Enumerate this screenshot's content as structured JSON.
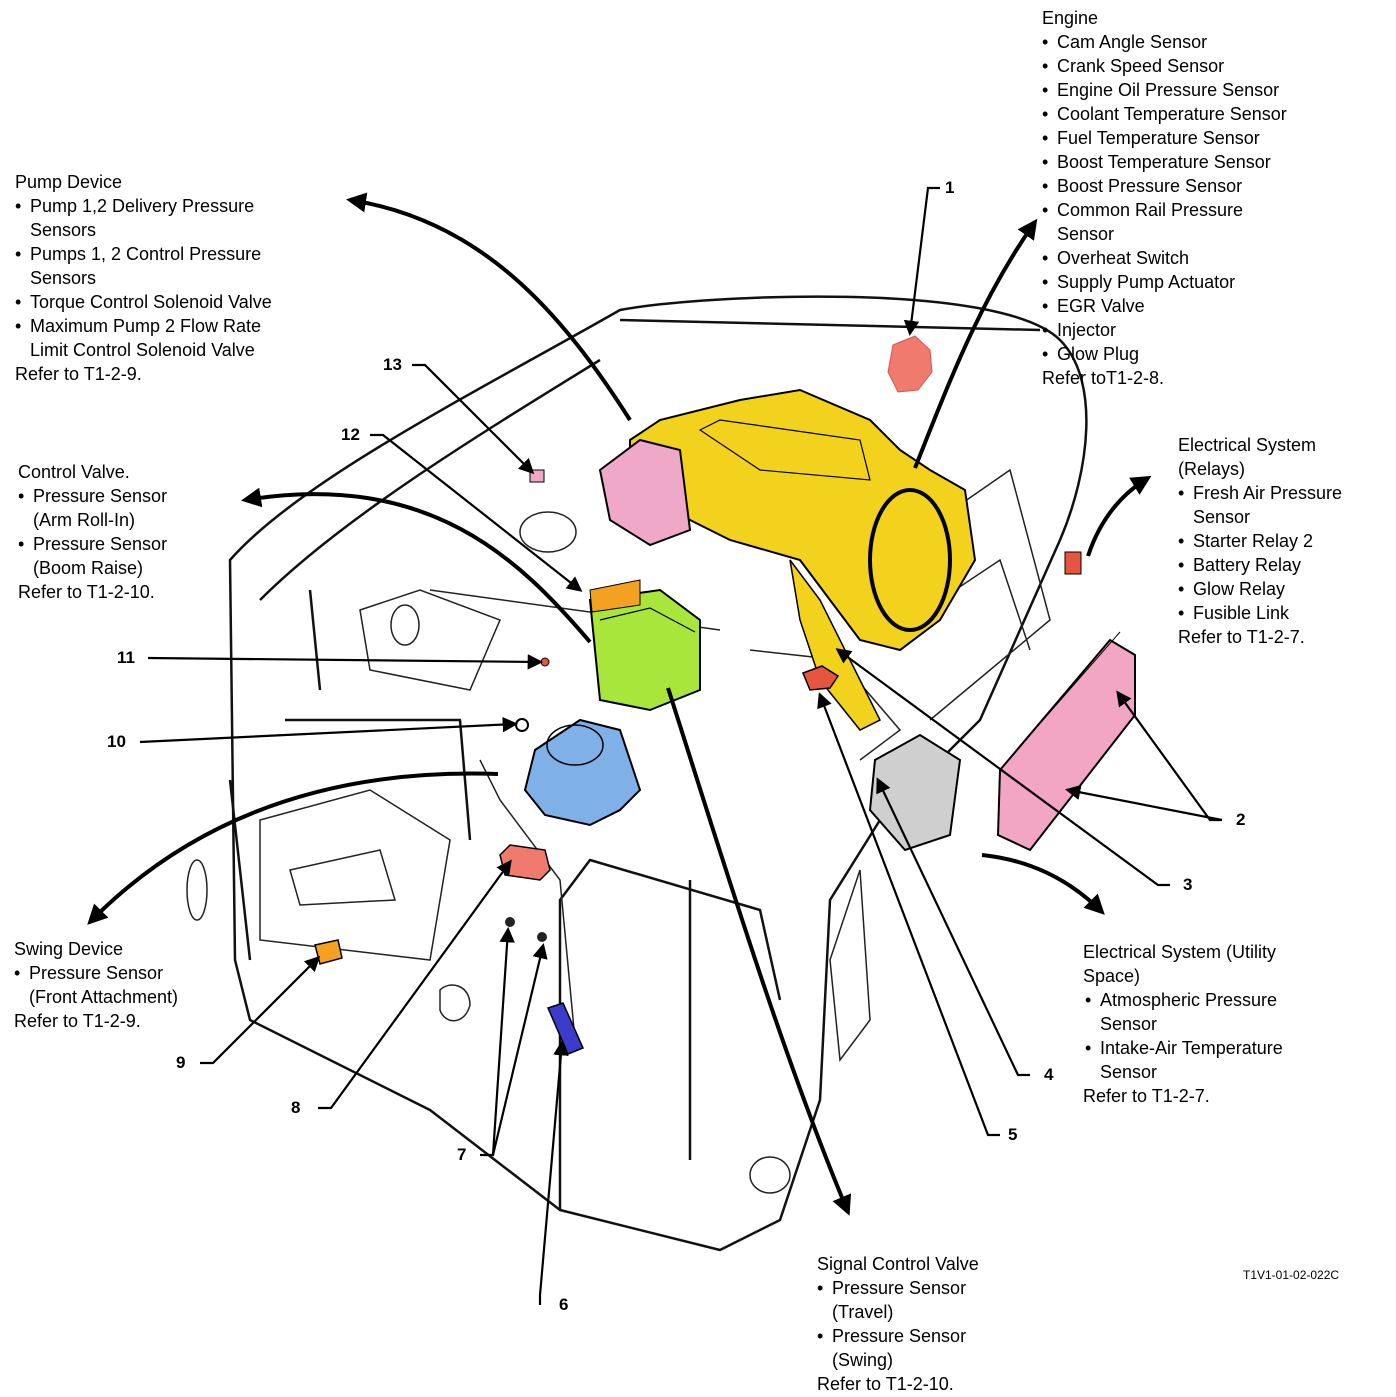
{
  "pump_device": {
    "title": "Pump Device",
    "items": [
      "Pump 1,2 Delivery Pressure",
      "Sensors",
      "Pumps 1, 2 Control Pressure",
      "Sensors",
      "Torque Control Solenoid Valve",
      "Maximum Pump 2 Flow Rate",
      "Limit Control Solenoid Valve"
    ],
    "ref": "Refer to T1-2-9."
  },
  "control_valve": {
    "title": "Control Valve.",
    "items": [
      "Pressure Sensor",
      "(Arm Roll-In)",
      "Pressure Sensor",
      "(Boom Raise)"
    ],
    "ref": "Refer to T1-2-10."
  },
  "swing_device": {
    "title": "Swing Device",
    "items": [
      "Pressure Sensor",
      "(Front Attachment)"
    ],
    "ref": "Refer to T1-2-9."
  },
  "signal_control_valve": {
    "title": "Signal Control Valve",
    "items": [
      "Pressure Sensor",
      "(Travel)",
      "Pressure Sensor",
      "(Swing)"
    ],
    "ref": "Refer to T1-2-10."
  },
  "engine": {
    "title": "Engine",
    "items": [
      "Cam Angle Sensor",
      "Crank Speed Sensor",
      "Engine Oil Pressure Sensor",
      "Coolant Temperature Sensor",
      "Fuel Temperature Sensor",
      "Boost Temperature Sensor",
      "Boost Pressure Sensor",
      "Common Rail Pressure",
      "Sensor",
      "Overheat Switch",
      "Supply Pump Actuator",
      "EGR Valve",
      "Injector",
      "Glow Plug"
    ],
    "ref": "Refer toT1-2-8."
  },
  "electrical_relays": {
    "title_1": "Electrical System",
    "title_2": "(Relays)",
    "items": [
      "Fresh Air Pressure",
      "Sensor",
      "Starter Relay 2",
      "Battery Relay",
      "Glow Relay",
      "Fusible Link"
    ],
    "ref": "Refer to T1-2-7."
  },
  "electrical_utility": {
    "title_1": "Electrical System (Utility",
    "title_2": "Space)",
    "items": [
      "Atmospheric Pressure",
      "Sensor",
      "Intake-Air Temperature",
      "Sensor"
    ],
    "ref": "Refer to T1-2-7."
  },
  "callouts": [
    "1",
    "2",
    "3",
    "4",
    "5",
    "6",
    "7",
    "8",
    "9",
    "10",
    "11",
    "12",
    "13"
  ],
  "figure_code": "T1V1-01-02-022C",
  "colors": {
    "engine": "#f2d21c",
    "pump": "#f0a8c8",
    "control_valve": "#a8e63c",
    "swing_motor": "#7fb0e8",
    "battery": "#f3a6c4",
    "sensor_red": "#f07a6e",
    "solenoid": "#e65540",
    "orange": "#f4a020",
    "blue_part": "#3c3ccc",
    "arrow": "#000000"
  }
}
